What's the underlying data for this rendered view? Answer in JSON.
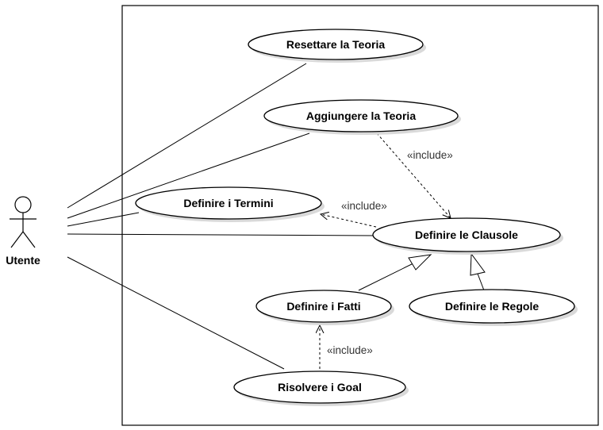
{
  "actor": {
    "name": "Utente"
  },
  "use_cases": {
    "resettare": "Resettare la Teoria",
    "aggiungere": "Aggiungere la Teoria",
    "termini": "Definire i Termini",
    "clausole": "Definire le Clausole",
    "fatti": "Definire i Fatti",
    "regole": "Definire le Regole",
    "goal": "Risolvere i Goal"
  },
  "relations": {
    "include_1": "«include»",
    "include_2": "«include»",
    "include_3": "«include»"
  }
}
